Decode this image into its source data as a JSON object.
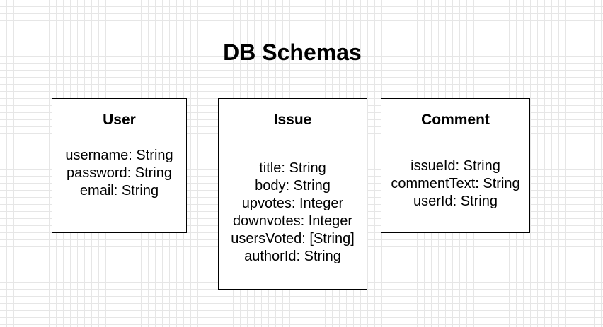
{
  "title": "DB Schemas",
  "entities": [
    {
      "name": "User",
      "fields": [
        "username: String",
        "password: String",
        "email: String"
      ]
    },
    {
      "name": "Issue",
      "fields": [
        "title: String",
        "body: String",
        "upvotes: Integer",
        "downvotes: Integer",
        "usersVoted: [String]",
        "authorId: String"
      ]
    },
    {
      "name": "Comment",
      "fields": [
        "issueId: String",
        "commentText: String",
        "userId: String"
      ]
    }
  ],
  "colors": {
    "grid": "#e6e6e6",
    "border": "#000000",
    "background": "#ffffff"
  }
}
